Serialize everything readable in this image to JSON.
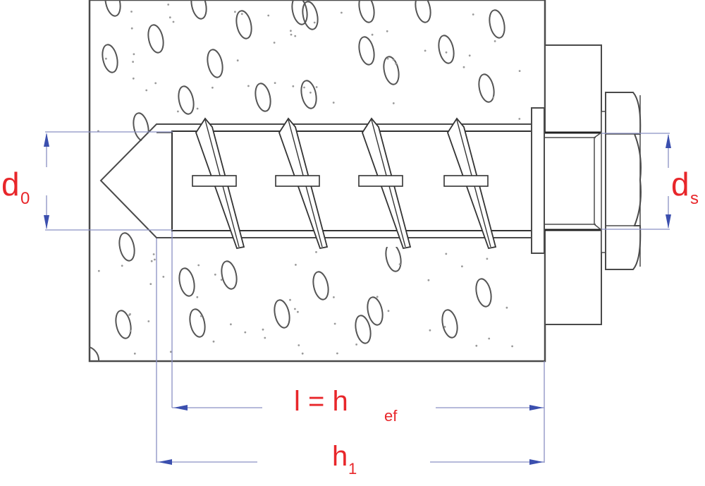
{
  "diagram": {
    "title": "Concrete screw anchor installation",
    "colors": {
      "label": "#e8262a",
      "dimension_line": "#8a90c4",
      "arrow": "#3b4fae",
      "outline": "#4a4a4a"
    },
    "labels": {
      "d0_main": "d",
      "d0_sub": "0",
      "ds_main": "d",
      "ds_sub": "s",
      "l_main": "l = h",
      "l_sub": "ef",
      "h1_main": "h",
      "h1_sub": "1"
    },
    "components": [
      "concrete-base",
      "drill-hole",
      "screw-anchor",
      "fixture-plate",
      "washer",
      "hex-head"
    ],
    "thread_count": 4
  }
}
